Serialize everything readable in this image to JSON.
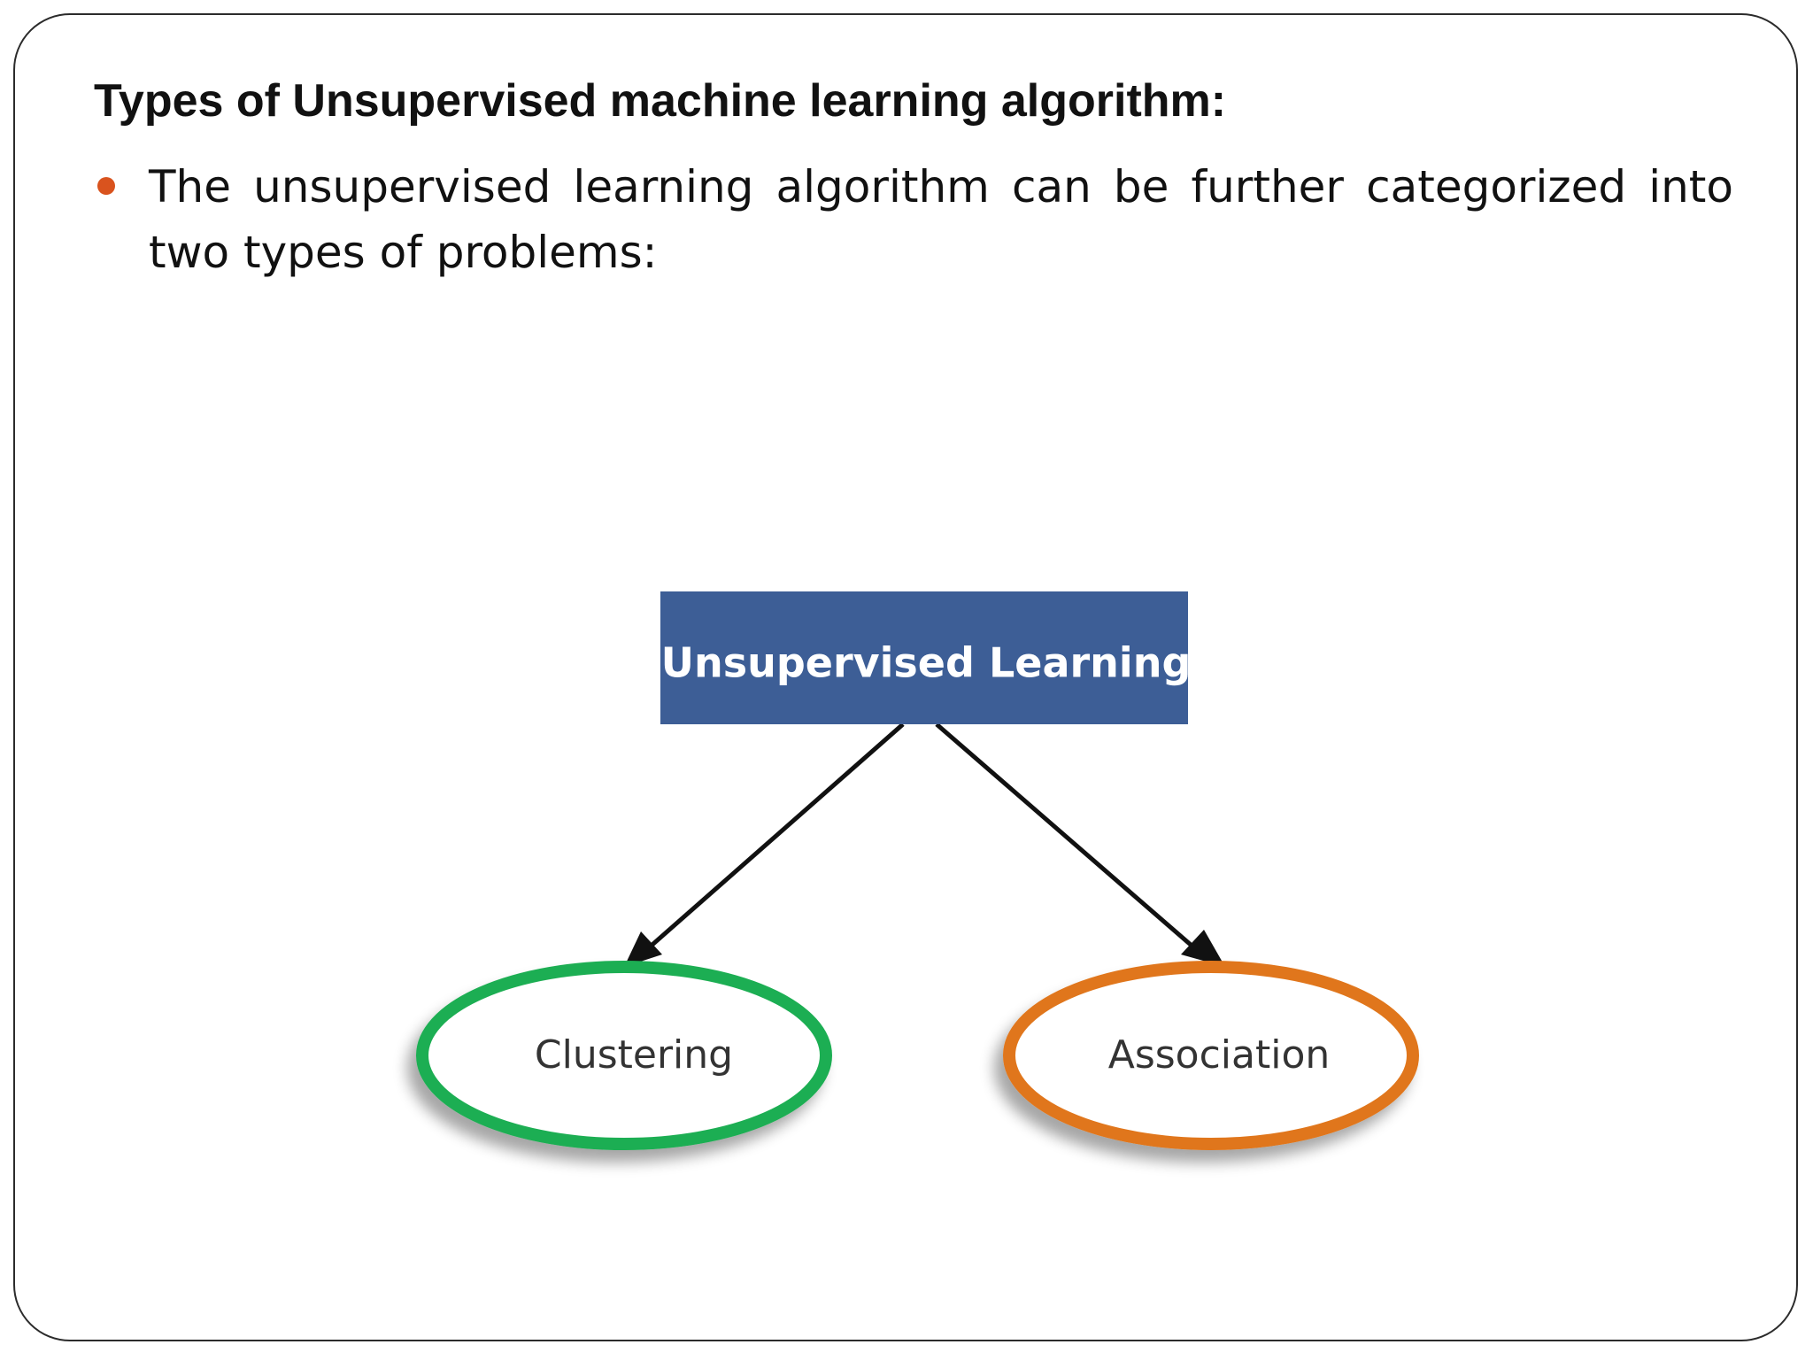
{
  "slide": {
    "title": "Types of Unsupervised machine learning algorithm:",
    "bullet": "The unsupervised learning algorithm can be further categorized into two types of problems:"
  },
  "diagram": {
    "root": {
      "label": "Unsupervised Learning",
      "color": "#3d5e96",
      "text_color": "#ffffff"
    },
    "children": [
      {
        "label": "Clustering",
        "color": "#1fae52"
      },
      {
        "label": "Association",
        "color": "#e0761a"
      }
    ],
    "edges": [
      {
        "from": "Unsupervised Learning",
        "to": "Clustering"
      },
      {
        "from": "Unsupervised Learning",
        "to": "Association"
      }
    ]
  },
  "colors": {
    "bullet": "#d9531e",
    "frame": "#2b2b2b",
    "text": "#111111"
  }
}
